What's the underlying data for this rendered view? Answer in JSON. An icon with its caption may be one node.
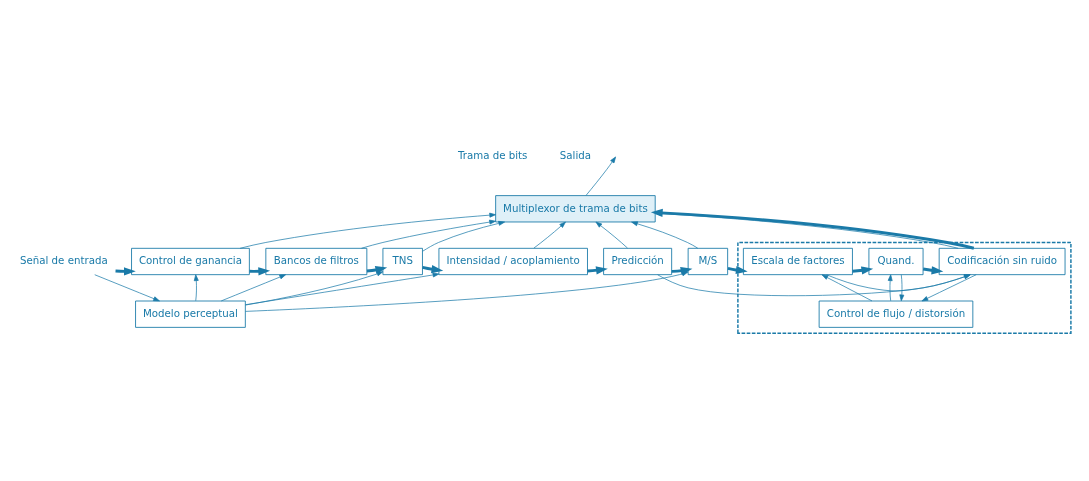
{
  "diagram": {
    "nodes": [
      {
        "text": [
          "Multiplexor de trama de bits"
        ]
      },
      {
        "text": [
          "Control de ganancia"
        ]
      },
      {
        "text": [
          "Bancos de filtros"
        ]
      },
      {
        "text": [
          "TNS"
        ]
      },
      {
        "text": [
          "Intensidad / acoplamiento"
        ]
      },
      {
        "text": [
          "Predicción"
        ]
      },
      {
        "text": [
          "M/S"
        ]
      },
      {
        "text": [],
        "shape": "box"
      },
      {
        "text": [
          "Escala de factores"
        ],
        "in": 7
      },
      {
        "text": [
          "Quand."
        ],
        "in": 7
      },
      {
        "text": [
          "Codificación sin ruido"
        ],
        "in": 7
      },
      {
        "text": [
          "Modelo perceptual"
        ]
      },
      {
        "text": [
          "Control de flujo / distorsión"
        ],
        "in": 7
      },
      {
        "text": [
          "Señal de entrada"
        ]
      }
    ],
    "edges": [
      {
        "from": 13,
        "to": 1,
        "arrow": "to",
        "style": "thick"
      },
      {
        "from": 13,
        "to": 11,
        "arrow": "to"
      },
      {
        "from": 1,
        "to": 2,
        "arrow": "to",
        "style": "thick"
      },
      {
        "from": 2,
        "to": 3,
        "arrow": "to",
        "style": "thick"
      },
      {
        "from": 3,
        "to": 4,
        "arrow": "to",
        "style": "thick"
      },
      {
        "from": 4,
        "to": 5,
        "arrow": "to",
        "style": "thick"
      },
      {
        "from": 5,
        "to": 6,
        "arrow": "to",
        "style": "thick"
      },
      {
        "from": 6,
        "to": 8,
        "arrow": "to",
        "style": "thick"
      },
      {
        "from": 8,
        "to": 9,
        "arrow": "to",
        "style": "thick"
      },
      {
        "from": 9,
        "to": 10,
        "arrow": "to",
        "style": "thick"
      },
      {
        "from": 1,
        "to": 0,
        "arrow": "to"
      },
      {
        "from": 2,
        "to": 0,
        "arrow": "to"
      },
      {
        "from": 3,
        "to": 0,
        "arrow": "to"
      },
      {
        "from": 4,
        "to": 0,
        "arrow": "to"
      },
      {
        "from": 5,
        "to": 0,
        "arrow": "to"
      },
      {
        "from": 6,
        "to": 0,
        "arrow": "to"
      },
      {
        "from": 10,
        "to": 0,
        "arrow": "to"
      },
      {
        "from": 10,
        "to": 0,
        "arrow": "to",
        "style": "thick"
      },
      {
        "from": 11,
        "to": 1,
        "arrow": "to"
      },
      {
        "from": 11,
        "to": 2,
        "arrow": "to"
      },
      {
        "from": 11,
        "to": 3,
        "arrow": "to"
      },
      {
        "from": 11,
        "to": 4,
        "arrow": "to"
      },
      {
        "from": 11,
        "to": 6,
        "arrow": "to"
      },
      {
        "from": 8,
        "to": 10,
        "arrow": "to"
      },
      {
        "from": 5,
        "to": 10,
        "arrow": "to"
      },
      {
        "from": 12,
        "to": 8,
        "arrow": "to"
      },
      {
        "from": 12,
        "to": 9,
        "arrow": "to"
      },
      {
        "from": 9,
        "to": 12,
        "arrow": "to"
      },
      {
        "from": 10,
        "to": 12,
        "arrow": "to"
      },
      {
        "from": 0,
        "to": null,
        "arrow": "to"
      }
    ],
    "labels": [
      "Trama de bits",
      "Salida"
    ]
  }
}
